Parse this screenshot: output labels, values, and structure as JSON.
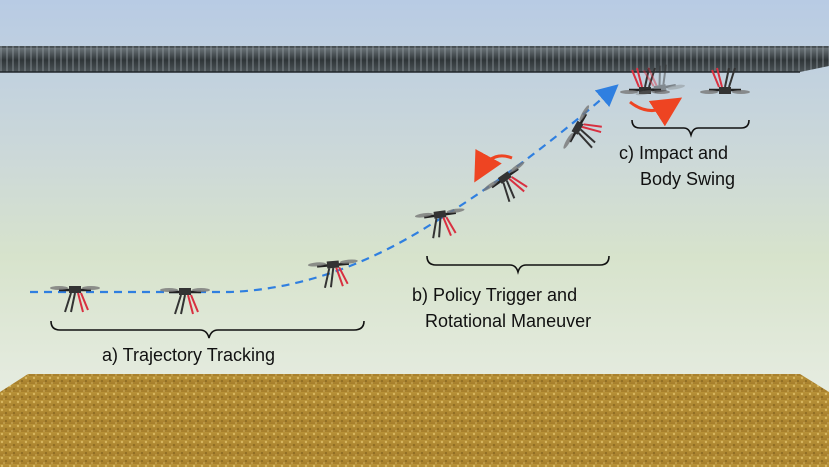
{
  "stages": [
    {
      "id": "a",
      "caption_lines": [
        "a) Trajectory Tracking"
      ]
    },
    {
      "id": "b",
      "caption_lines": [
        "b) Policy Trigger and",
        "Rotational Maneuver"
      ]
    },
    {
      "id": "c",
      "caption_lines": [
        "c) Impact and",
        "Body Swing"
      ]
    }
  ],
  "colors": {
    "trajectory": "#2f7fe0",
    "rotation_arrow": "#ee4422",
    "leg_accent": "#d83040",
    "ceiling": "#3c4348",
    "floor": "#c9a040",
    "sky_top": "#b9cde6",
    "sky_bottom": "#e9eee9"
  },
  "icons": {
    "drone": "quadrotor-with-perching-legs-icon",
    "rotation": "curved-arrow-icon",
    "brace": "curly-brace"
  }
}
